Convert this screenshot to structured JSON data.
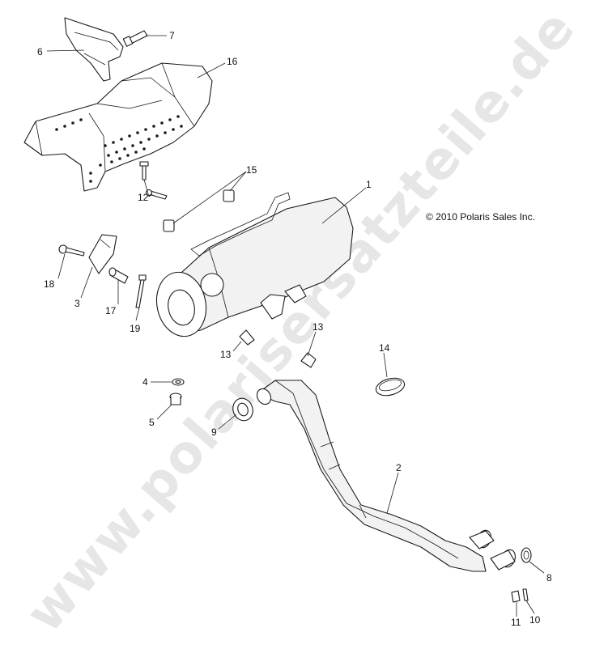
{
  "watermark": "www.polarisersatzteile.de",
  "copyright": "© 2010 Polaris Sales Inc.",
  "callouts": {
    "c1": "1",
    "c2": "2",
    "c3": "3",
    "c4": "4",
    "c5": "5",
    "c6": "6",
    "c7": "7",
    "c8": "8",
    "c9": "9",
    "c10": "10",
    "c11": "11",
    "c12": "12",
    "c13a": "13",
    "c13b": "13",
    "c14": "14",
    "c15": "15",
    "c16": "16",
    "c17": "17",
    "c18": "18",
    "c19": "19"
  }
}
